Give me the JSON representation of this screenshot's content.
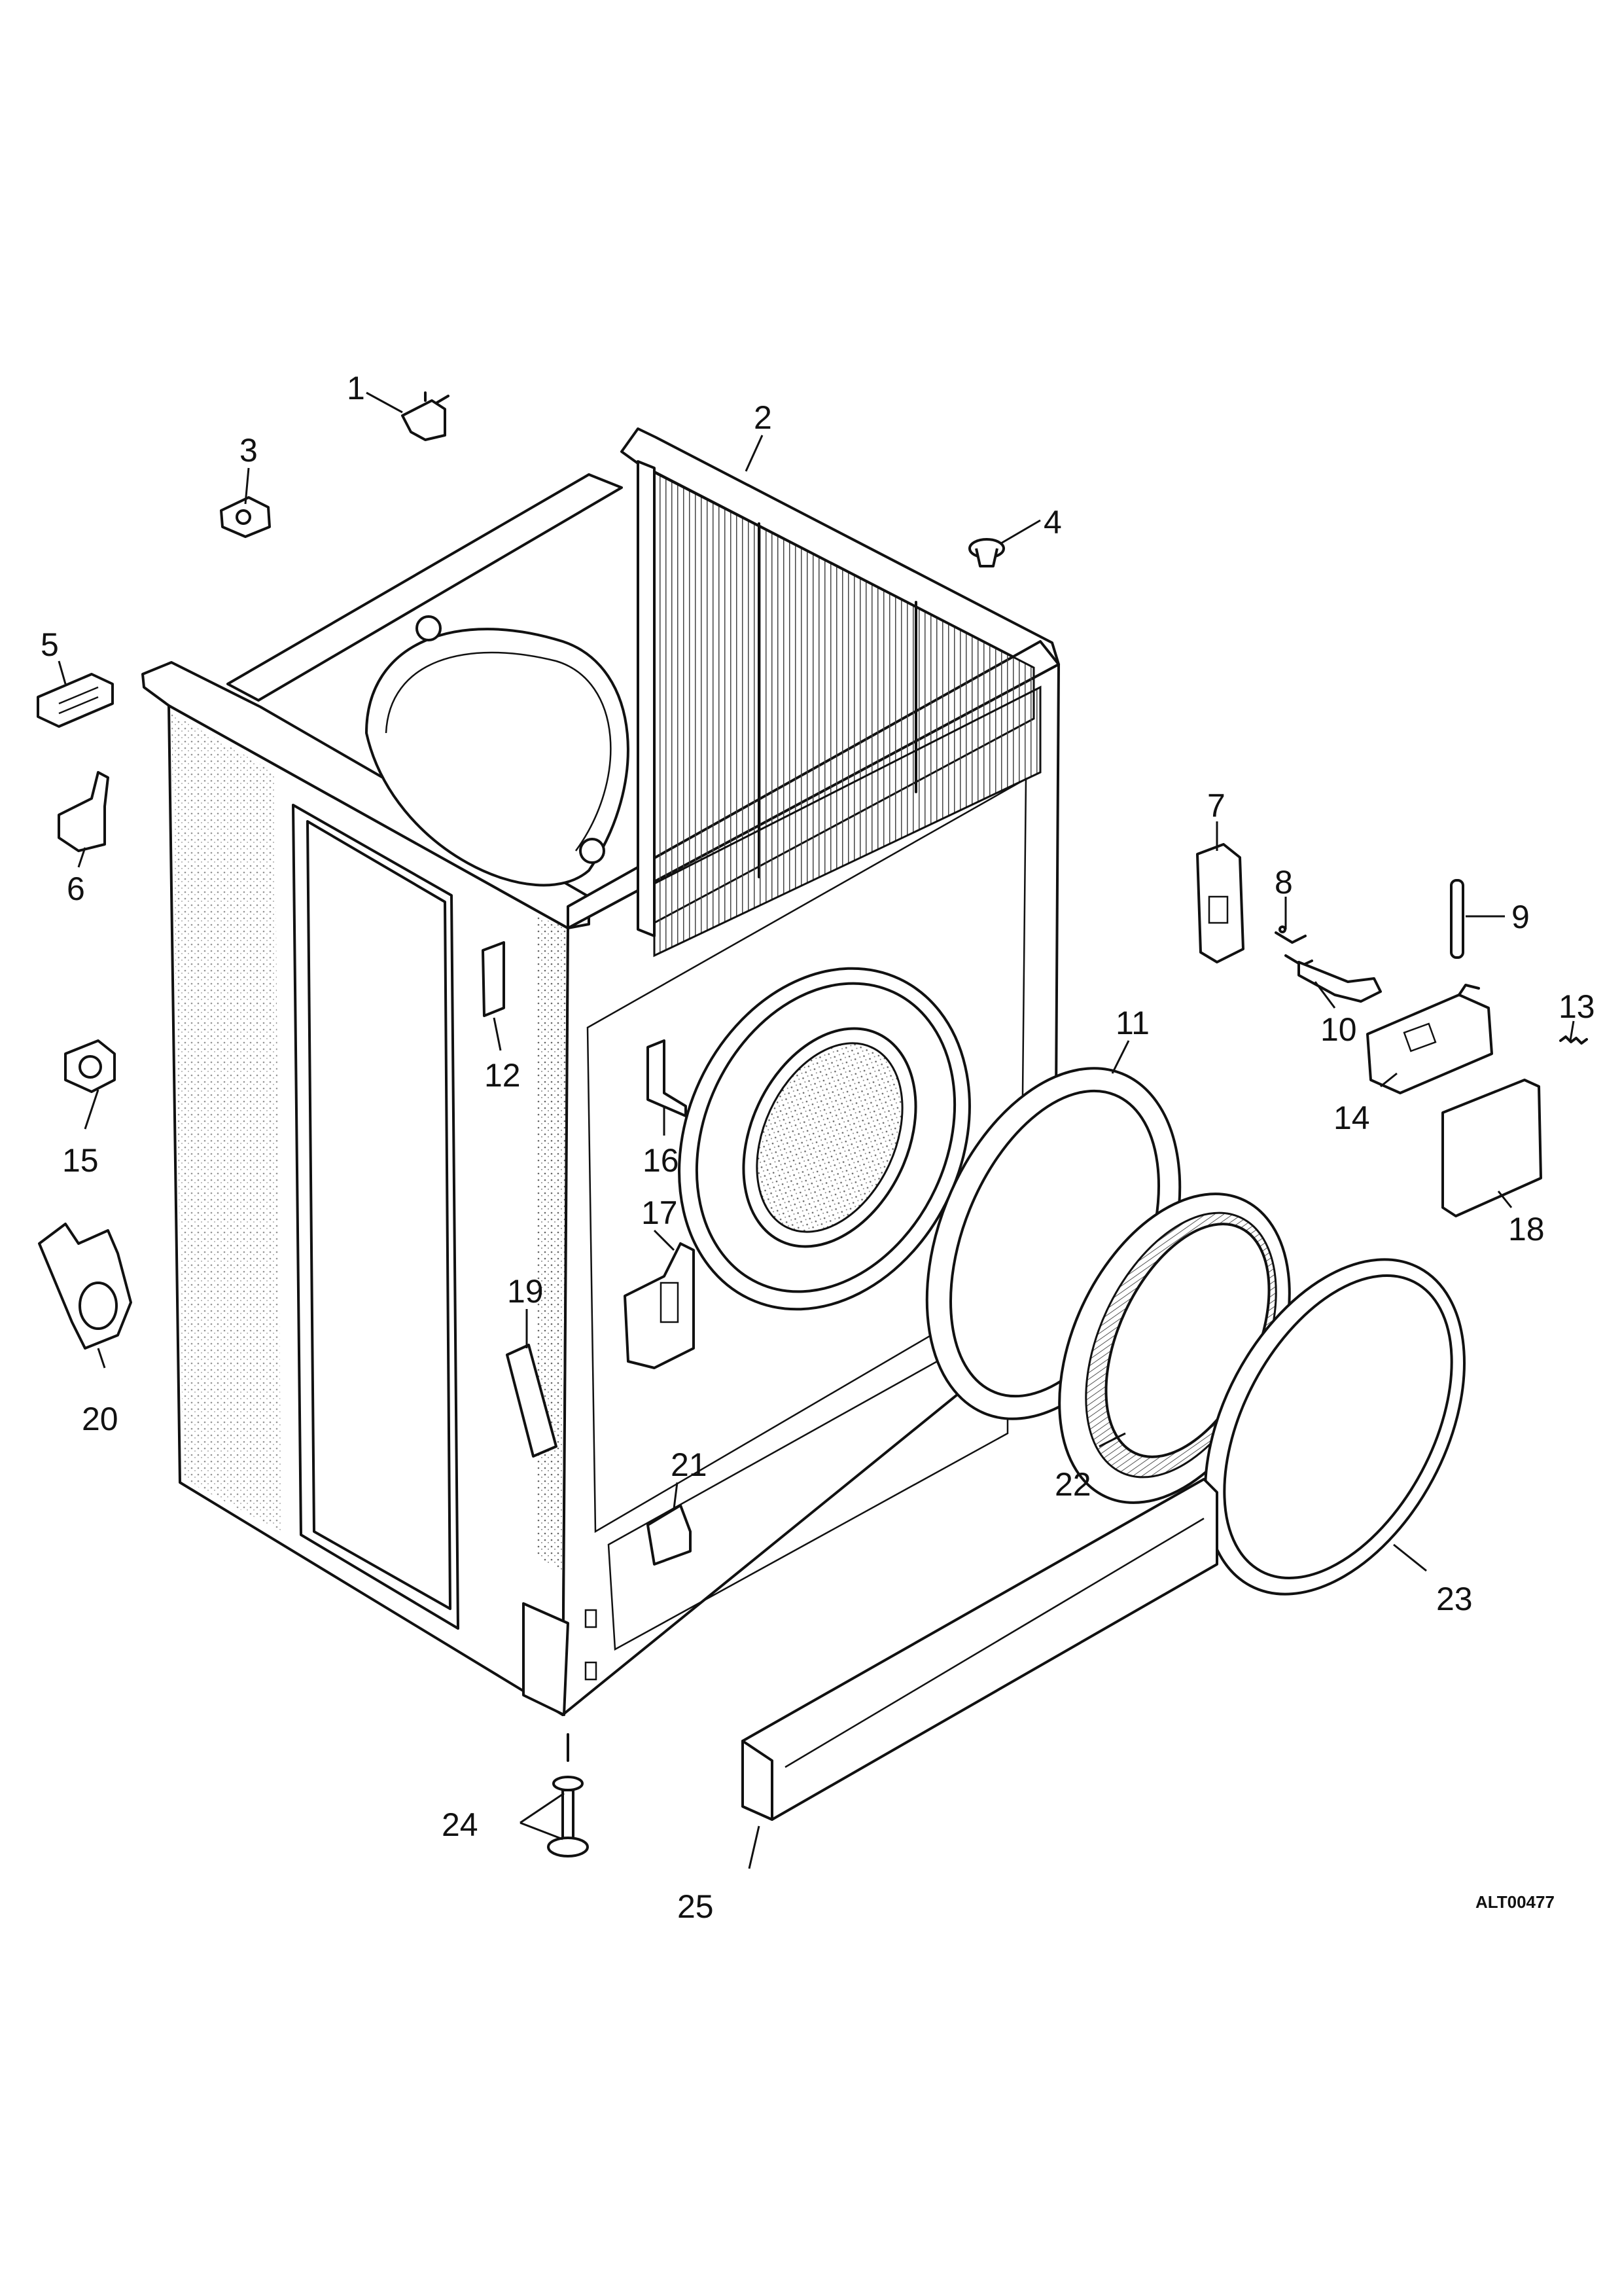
{
  "diagram": {
    "drawing_code": "ALT00477",
    "callouts": [
      "1",
      "2",
      "3",
      "4",
      "5",
      "6",
      "7",
      "8",
      "9",
      "10",
      "11",
      "12",
      "13",
      "14",
      "15",
      "16",
      "17",
      "18",
      "19",
      "20",
      "21",
      "22",
      "23",
      "24",
      "25"
    ],
    "colors": {
      "ink": "#111111",
      "paper": "#ffffff",
      "hatch": "#444444"
    }
  }
}
